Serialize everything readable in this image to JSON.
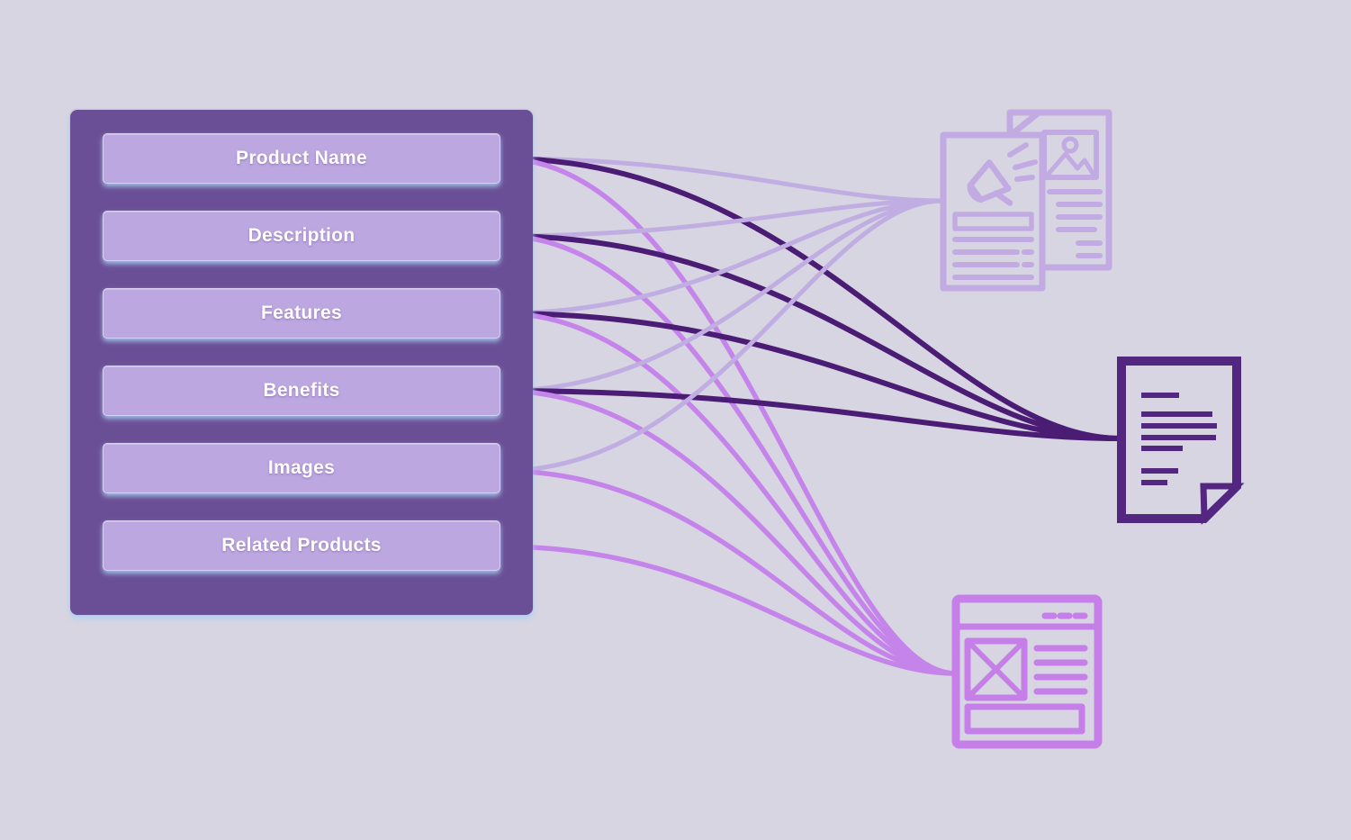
{
  "diagram_title": "Product content mapping diagram",
  "colors": {
    "background": "#D8D5E2",
    "panel": "#6B4F96",
    "box_fill": "#BDA7E0",
    "box_text": "#FFFFFF",
    "line_light": "#C0AEE3",
    "line_dark": "#4A1C74",
    "line_medium": "#C584EA",
    "icon_flyer": "#C2ABE3",
    "icon_document": "#532680",
    "icon_webpage": "#C67FE9"
  },
  "panel": {
    "boxes": [
      {
        "id": "product_name",
        "label": "Product Name"
      },
      {
        "id": "description",
        "label": "Description"
      },
      {
        "id": "features",
        "label": "Features"
      },
      {
        "id": "benefits",
        "label": "Benefits"
      },
      {
        "id": "images",
        "label": "Images"
      },
      {
        "id": "related_products",
        "label": "Related Products"
      }
    ]
  },
  "targets": [
    {
      "id": "flyer",
      "icon": "marketing-flyer-icon"
    },
    {
      "id": "document",
      "icon": "document-icon"
    },
    {
      "id": "webpage",
      "icon": "webpage-icon"
    }
  ],
  "connections": [
    {
      "from": "product_name",
      "to": "flyer",
      "style": "light"
    },
    {
      "from": "product_name",
      "to": "document",
      "style": "dark"
    },
    {
      "from": "product_name",
      "to": "webpage",
      "style": "medium"
    },
    {
      "from": "description",
      "to": "flyer",
      "style": "light"
    },
    {
      "from": "description",
      "to": "document",
      "style": "dark"
    },
    {
      "from": "description",
      "to": "webpage",
      "style": "medium"
    },
    {
      "from": "features",
      "to": "flyer",
      "style": "light"
    },
    {
      "from": "features",
      "to": "document",
      "style": "dark"
    },
    {
      "from": "features",
      "to": "webpage",
      "style": "medium"
    },
    {
      "from": "benefits",
      "to": "flyer",
      "style": "light"
    },
    {
      "from": "benefits",
      "to": "document",
      "style": "dark"
    },
    {
      "from": "benefits",
      "to": "webpage",
      "style": "medium"
    },
    {
      "from": "images",
      "to": "flyer",
      "style": "light"
    },
    {
      "from": "images",
      "to": "webpage",
      "style": "medium"
    },
    {
      "from": "related_products",
      "to": "webpage",
      "style": "medium"
    }
  ]
}
